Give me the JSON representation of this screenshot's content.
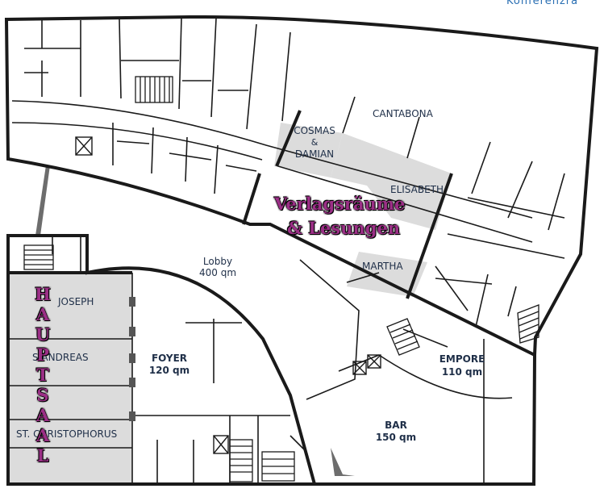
{
  "header": {
    "text": "Konferenzrä"
  },
  "overlays": {
    "verlag_line1": "Verlagsräume",
    "verlag_line2": "& Lesungen",
    "hauptsaal": "HAUPTSAAL"
  },
  "rooms": {
    "cantabona": "CANTABONA",
    "cosmas_1": "COSMAS",
    "cosmas_amp": "&",
    "cosmas_2": "DAMIAN",
    "elisabeth": "ELISABETH",
    "martha": "MARTHA",
    "lobby_name": "Lobby",
    "lobby_size": "400 qm",
    "joseph": "JOSEPH",
    "andreas": "S  ANDREAS",
    "christophorus": "ST. CHRISTOPHORUS",
    "foyer_name": "FOYER",
    "foyer_size": "120 qm",
    "empore_name": "EMPORE",
    "empore_size": "110 qm",
    "bar_name": "BAR",
    "bar_size": "150 qm"
  },
  "colors": {
    "room_fill": "#dcdcdc",
    "wall": "#1a1a1a",
    "label": "#1f2f48",
    "highlight": "#9b2f86"
  }
}
